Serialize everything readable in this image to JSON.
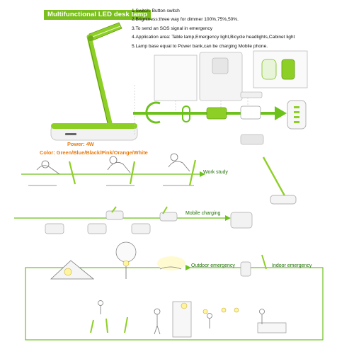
{
  "title": "Multifunctional LED desk lamp",
  "features": [
    "1.Switch: Button switch",
    "2.Brightness:three way for dimmer 100%,75%,50%.",
    "3.To send an SOS signal in emergency",
    "4.Application area: Table lamp,Emergency light,Bicycle headlights,Cabinet light",
    "5.Lamp base equal to Power bank,can be charging Mobile phone."
  ],
  "specs": {
    "power": "Power: 4W",
    "color": "Color: Green/Blue/Black/Pink/Orange/White"
  },
  "scenes": {
    "work_study": "Work study",
    "mobile_charging": "Mobile charging",
    "outdoor_emergency": "Outdoor emergency",
    "indoor_emergency": "Indoor emergency"
  },
  "colors": {
    "accent": "#7bbf1e",
    "arrow": "#6cc21a",
    "orange_text": "#e87b10",
    "lamp_body": "#8ecf26"
  }
}
